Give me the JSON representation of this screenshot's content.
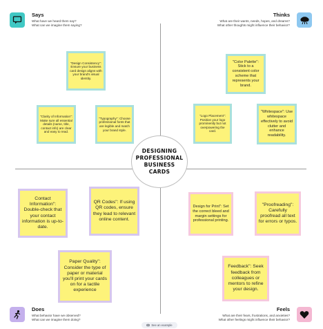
{
  "title": "DESIGNING PROFESSIONAL BUSINESS CARDS",
  "quadrants": {
    "says": {
      "title": "Says",
      "lines": [
        "What have we heard them say?",
        "What can we imagine them saying?"
      ],
      "icon": "speech-bubble-icon",
      "color": "#40c8c4"
    },
    "thinks": {
      "title": "Thinks",
      "lines": [
        "What are their wants, needs, hopes, and dreams?",
        "What other thoughts might influence their behavior?"
      ],
      "icon": "thought-cloud-icon",
      "color": "#8ec8f0"
    },
    "does": {
      "title": "Does",
      "lines": [
        "What behavior have we observed?",
        "What can we imagine them doing?"
      ],
      "icon": "running-person-icon",
      "color": "#c4b0ec"
    },
    "feels": {
      "title": "Feels",
      "lines": [
        "What are their fears, frustrations, and anxieties?",
        "What other feelings might influence their behavior?"
      ],
      "icon": "heart-icon",
      "color": "#f4b8d2"
    }
  },
  "notes": {
    "design_consistency": "\"Design Consistency\": Ensure your business card design aligns with your brand's visual identity.",
    "clarity": "\"Clarity of Information\": Make sure all essential details (name, title, contact info) are clear and easy to read.",
    "typography": "\"Typography\": Choose professional fonts that are legible and match your brand style.",
    "color_palette": "\"Color Palette\": Stick to a consistent color scheme that represents your brand.",
    "logo_placement": "\"Logo Placement\": Position your logo prominently but not overpowering the card.",
    "whitespace": "\"Whitespace\": Use whitespace effectively to avoid clutter and enhance readability.",
    "contact_information": "Contact Information\": Double-check that your contact information is up-to-date.",
    "qr_codes": "QR Codes\": If using QR codes, ensure they lead to relevant online content.",
    "paper_quality": "Paper Quality\": Consider the type of paper or material you'll print your cards on for a tactile experience",
    "design_for_print": "Design for Print\": Set the correct bleed and margin settings for professional printing.",
    "proofreading": "\"Proofreading\": Carefully proofread all text for errors or typos.",
    "feedback": "Feedback\": Seek feedback from colleagues or mentors to refine your design."
  },
  "footer": {
    "example_label": "See an example"
  }
}
